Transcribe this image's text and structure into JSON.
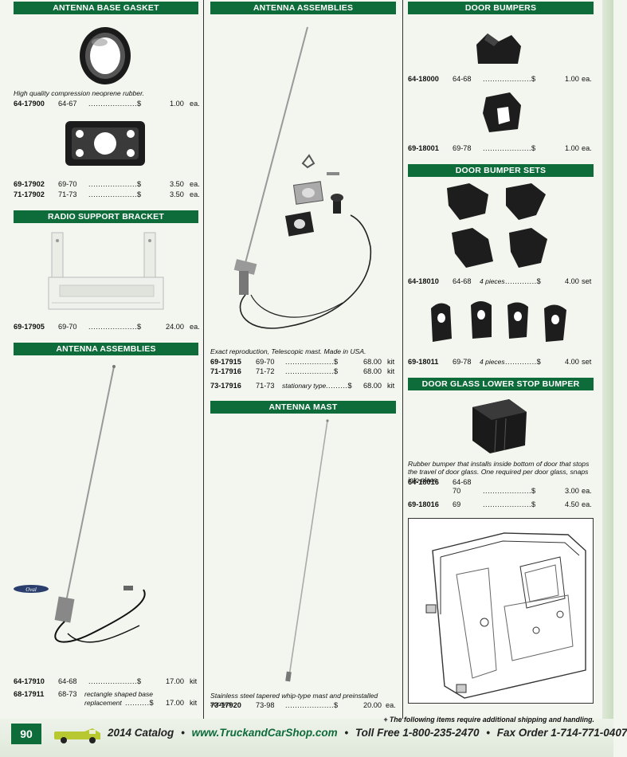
{
  "col1": {
    "gasket_header": "ANTENNA BASE GASKET",
    "gasket_desc": "High quality compression neoprene rubber.",
    "gasket_rows": [
      {
        "pn": "64-17900",
        "yr": "64-67",
        "price": "1.00",
        "unit": "ea."
      },
      {
        "pn": "69-17902",
        "yr": "69-70",
        "price": "3.50",
        "unit": "ea."
      },
      {
        "pn": "71-17902",
        "yr": "71-73",
        "price": "3.50",
        "unit": "ea."
      }
    ],
    "radio_header": "RADIO SUPPORT BRACKET",
    "radio_rows": [
      {
        "pn": "69-17905",
        "yr": "69-70",
        "price": "24.00",
        "unit": "ea."
      }
    ],
    "antenna_header": "ANTENNA ASSEMBLIES",
    "oval_logo": "Oval",
    "antenna_rows": [
      {
        "pn": "64-17910",
        "yr": "64-68",
        "price": "17.00",
        "unit": "kit"
      },
      {
        "pn": "68-17911",
        "yr": "68-73",
        "note1": "rectangle shaped base",
        "note2": "replacement",
        "price": "17.00",
        "unit": "kit"
      }
    ]
  },
  "col2": {
    "assemblies_header": "ANTENNA ASSEMBLIES",
    "assemblies_desc": "Exact reproduction, Telescopic mast.  Made in USA.",
    "assemblies_rows": [
      {
        "pn": "69-17915",
        "yr": "69-70",
        "price": "68.00",
        "unit": "kit"
      },
      {
        "pn": "71-17916",
        "yr": "71-72",
        "price": "68.00",
        "unit": "kit"
      },
      {
        "pn": "73-17916",
        "yr": "71-73",
        "note": "stationary type",
        "price": "68.00",
        "unit": "kit"
      }
    ],
    "mast_header": "ANTENNA MAST",
    "mast_desc": "Stainless steel tapered whip-type mast and preinstalled screws.",
    "mast_rows": [
      {
        "pn": "73-17920",
        "yr": "73-98",
        "price": "20.00",
        "unit": "ea."
      }
    ]
  },
  "col3": {
    "bumpers_header": "DOOR BUMPERS",
    "bumpers_rows": [
      {
        "pn": "64-18000",
        "yr": "64-68",
        "price": "1.00",
        "unit": "ea."
      },
      {
        "pn": "69-18001",
        "yr": "69-78",
        "price": "1.00",
        "unit": "ea."
      }
    ],
    "sets_header": "DOOR BUMPER SETS",
    "sets_rows": [
      {
        "pn": "64-18010",
        "yr": "64-68",
        "note": "4 pieces",
        "price": "4.00",
        "unit": "set"
      },
      {
        "pn": "69-18011",
        "yr": "69-78",
        "note": "4 pieces",
        "price": "4.00",
        "unit": "set"
      }
    ],
    "stop_header": "DOOR GLASS LOWER STOP BUMPER",
    "stop_desc": "Rubber bumper that installs inside bottom of door that stops the travel of door glass. One required per door glass, snaps into place.",
    "stop_rows": [
      {
        "pn": "64-18016",
        "yr": "64-68",
        "yr2": "70",
        "price": "3.00",
        "unit": "ea."
      },
      {
        "pn": "69-18016",
        "yr": "69",
        "price": "4.50",
        "unit": "ea."
      }
    ]
  },
  "footer": {
    "page_number": "90",
    "note": "The following items require additional shipping and handling.",
    "catalog": "2014 Catalog",
    "url": "www.TruckandCarShop.com",
    "toll_free": "Toll Free  1-800-235-2470",
    "fax": "Fax Order  1-714-771-0407",
    "bullet": "•",
    "plus": "+"
  },
  "colors": {
    "header_green": "#0e6b3a",
    "rail": "#c9dcc0"
  }
}
